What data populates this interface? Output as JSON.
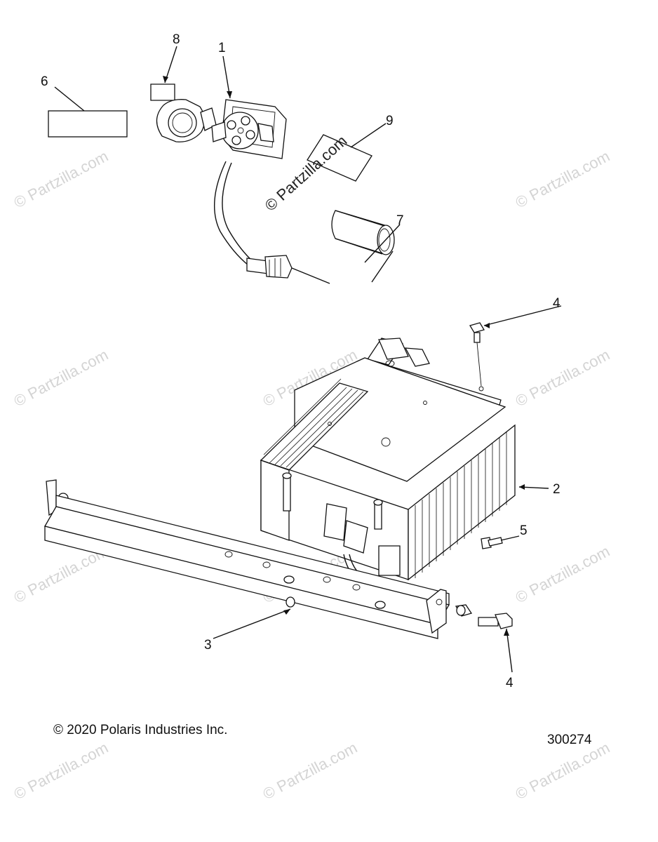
{
  "callouts": {
    "c1": "1",
    "c2": "2",
    "c3": "3",
    "c4a": "4",
    "c4b": "4",
    "c5": "5",
    "c6": "6",
    "c7": "7",
    "c8": "8",
    "c9": "9"
  },
  "watermark": {
    "text": "© Partzilla.com",
    "center_text": "© Partzilla.com"
  },
  "footer": {
    "copyright": "© 2020 Polaris Industries Inc.",
    "diagram_number": "300274"
  }
}
